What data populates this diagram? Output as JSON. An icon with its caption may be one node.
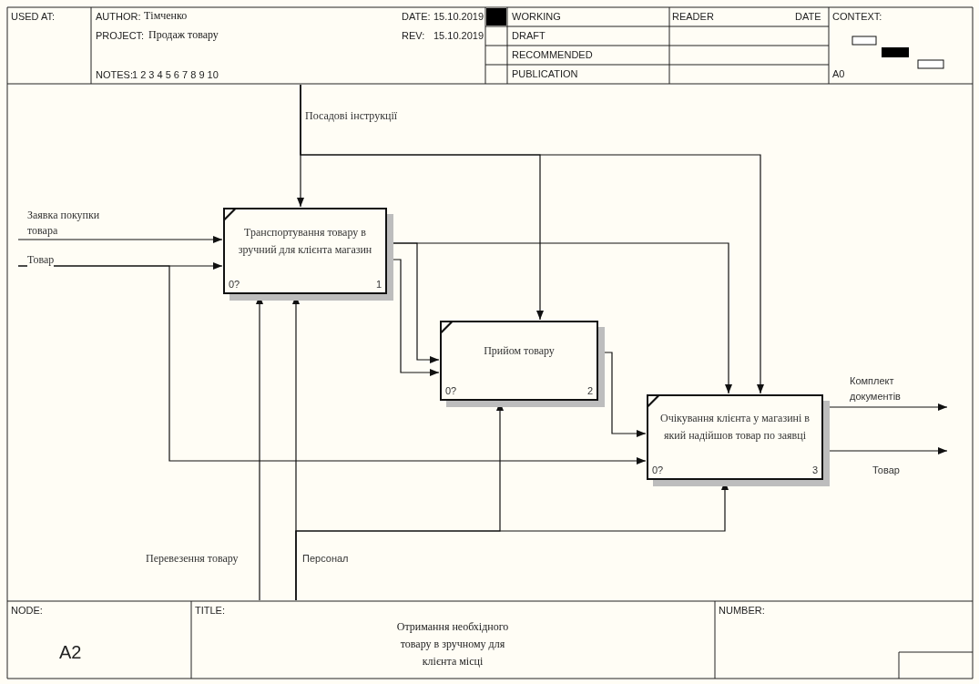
{
  "diagram": {
    "title": "Отримання необхідного товару в зручному для клієнта місці",
    "nodes": [
      {
        "text": [
          "Транспортування товару в зручний для клієнта магазин",
          "0?",
          "1"
        ]
      },
      {
        "text": [
          "Прийом товару",
          "0?",
          "2"
        ]
      },
      {
        "text": [
          "Очікування клієнта у магазині в який надійшов товар по заявці",
          "0?",
          "3"
        ]
      }
    ],
    "edges": [
      {
        "from": null,
        "to": 0,
        "arrow": "to",
        "label": "Заявка покупки товара"
      },
      {
        "from": null,
        "to": 0,
        "arrow": "to",
        "label": "Товар"
      },
      {
        "from": null,
        "to": 2,
        "arrow": "to"
      },
      {
        "from": null,
        "to": 0,
        "arrow": "to",
        "label": "Посадові інструкції"
      },
      {
        "from": null,
        "to": 1,
        "arrow": "to"
      },
      {
        "from": null,
        "to": 2,
        "arrow": "to"
      },
      {
        "from": 0,
        "to": 1,
        "arrow": "to"
      },
      {
        "from": 0,
        "to": 1,
        "arrow": "to"
      },
      {
        "from": 0,
        "to": 2,
        "arrow": "to"
      },
      {
        "from": 1,
        "to": 2,
        "arrow": "to"
      },
      {
        "from": null,
        "to": 0,
        "arrow": "to",
        "label": "Перевезення товару"
      },
      {
        "from": null,
        "to": 0,
        "arrow": "to",
        "label": "Персонал"
      },
      {
        "from": null,
        "to": 1,
        "arrow": "to"
      },
      {
        "from": null,
        "to": 2,
        "arrow": "to"
      },
      {
        "from": 2,
        "to": null,
        "arrow": "to",
        "label": "Комплект документів"
      },
      {
        "from": 2,
        "to": null,
        "arrow": "to",
        "label": "Товар"
      }
    ],
    "labels": [
      "USED AT:",
      "AUTHOR:",
      "Тімченко",
      "DATE:",
      "15.10.2019",
      "PROJECT:",
      "Продаж товару",
      "REV:",
      "15.10.2019",
      "NOTES:",
      "1 2 3 4 5 6 7 8 9 10",
      "WORKING",
      "READER",
      "DATE",
      "CONTEXT:",
      "DRAFT",
      "RECOMMENDED",
      "PUBLICATION",
      "A0",
      "NODE:",
      "A2",
      "TITLE:",
      "NUMBER:"
    ]
  }
}
